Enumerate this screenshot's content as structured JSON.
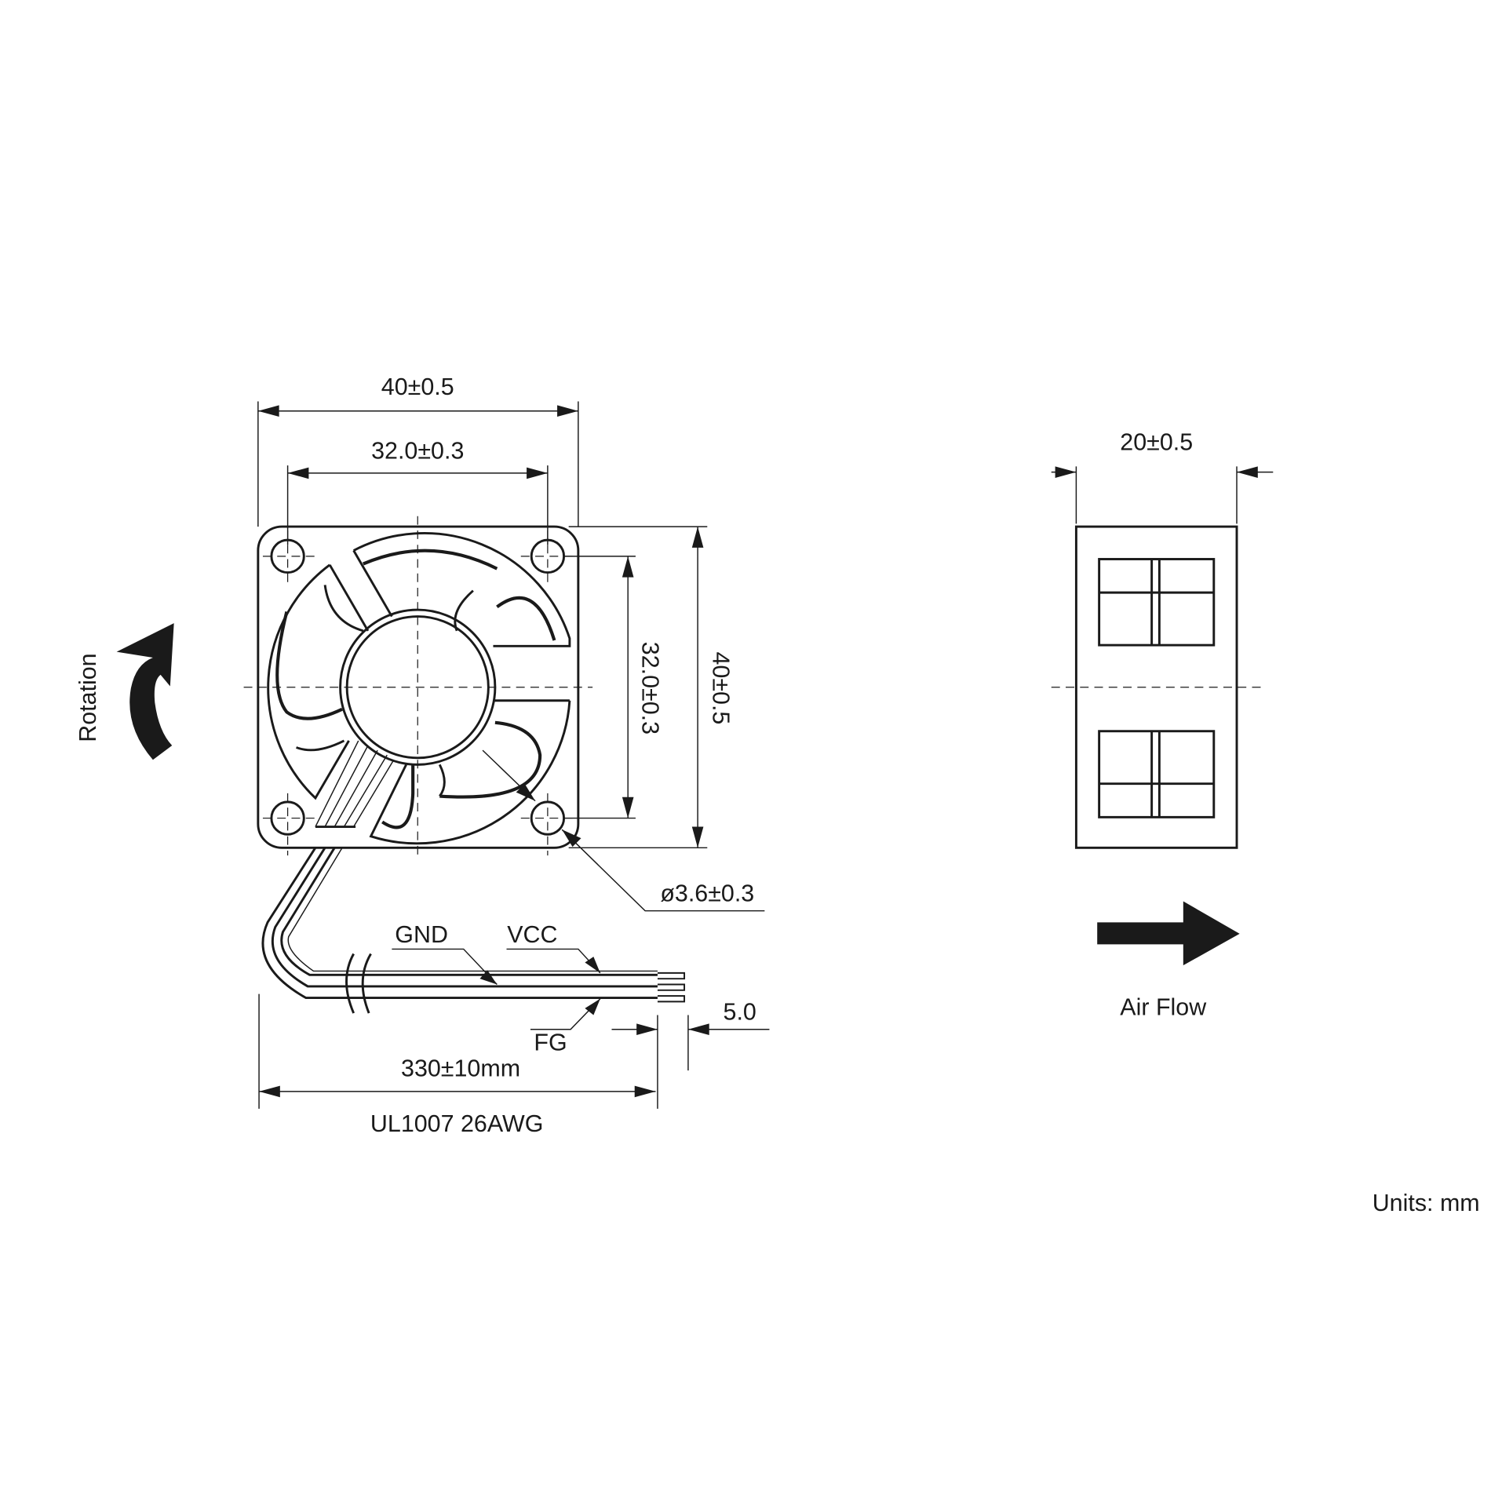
{
  "front_view": {
    "overall_width": "40±0.5",
    "hole_spacing_width": "32.0±0.3",
    "hole_spacing_height": "32.0±0.3",
    "overall_height": "40±0.5",
    "hole_diameter": "ø3.6±0.3",
    "rotation_label": "Rotation"
  },
  "cable": {
    "wire_gnd": "GND",
    "wire_vcc": "VCC",
    "wire_fg": "FG",
    "strip_length": "5.0",
    "cable_length": "330±10mm",
    "wire_spec": "UL1007 26AWG"
  },
  "side_view": {
    "depth": "20±0.5",
    "airflow_label": "Air Flow"
  },
  "units_note": "Units: mm"
}
